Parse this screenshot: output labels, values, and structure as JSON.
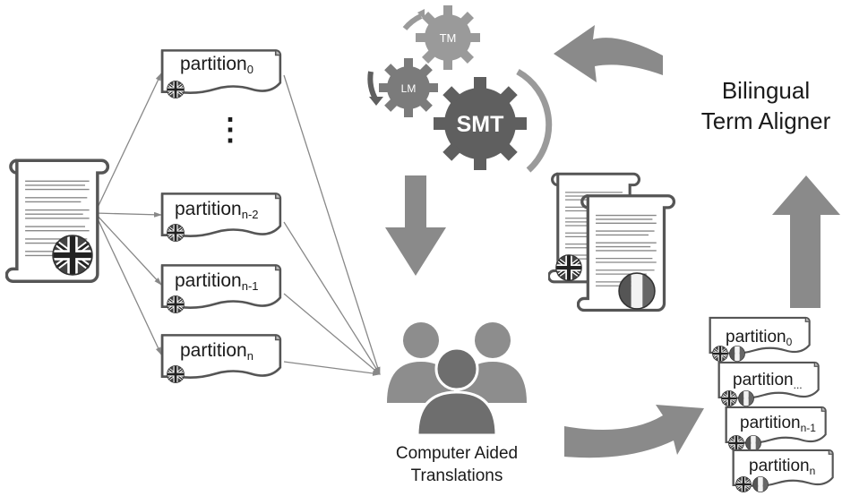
{
  "partitions": [
    {
      "base": "partition",
      "sub": "0"
    },
    {
      "base": "partition",
      "sub": "n-2"
    },
    {
      "base": "partition",
      "sub": "n-1"
    },
    {
      "base": "partition",
      "sub": "n"
    }
  ],
  "ellipsis": "⋮",
  "gears": {
    "tm": "TM",
    "lm": "LM",
    "smt": "SMT"
  },
  "aligner": {
    "line1": "Bilingual",
    "line2": "Term Aligner"
  },
  "cat": {
    "line1": "Computer Aided",
    "line2": "Translations"
  },
  "output_partitions": [
    {
      "base": "partition",
      "sub": "0"
    },
    {
      "base": "partition",
      "sub": "..."
    },
    {
      "base": "partition",
      "sub": "n-1"
    },
    {
      "base": "partition",
      "sub": "n"
    }
  ],
  "colors": {
    "arrow": "#8a8a8a",
    "gear_dark": "#5f5f5f",
    "gear_mid": "#7b7b7b",
    "gear_light": "#9a9a9a",
    "outline": "#555555"
  }
}
